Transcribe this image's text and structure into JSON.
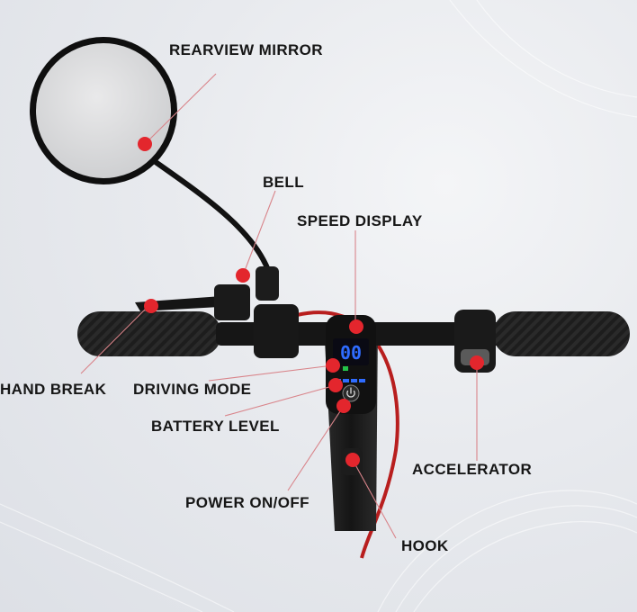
{
  "colors": {
    "accent": "#e3262d",
    "leader": "#d9848a",
    "body": "#141414",
    "display": "#2f6cff"
  },
  "display": {
    "speed": "00"
  },
  "labels": {
    "rearview_mirror": "REARVIEW MIRROR",
    "bell": "BELL",
    "speed_display": "SPEED DISPLAY",
    "hand_break": "HAND BREAK",
    "driving_mode": "DRIVING MODE",
    "battery_level": "BATTERY LEVEL",
    "accelerator": "ACCELERATOR",
    "power_on_off": "POWER ON/OFF",
    "hook": "HOOK"
  }
}
